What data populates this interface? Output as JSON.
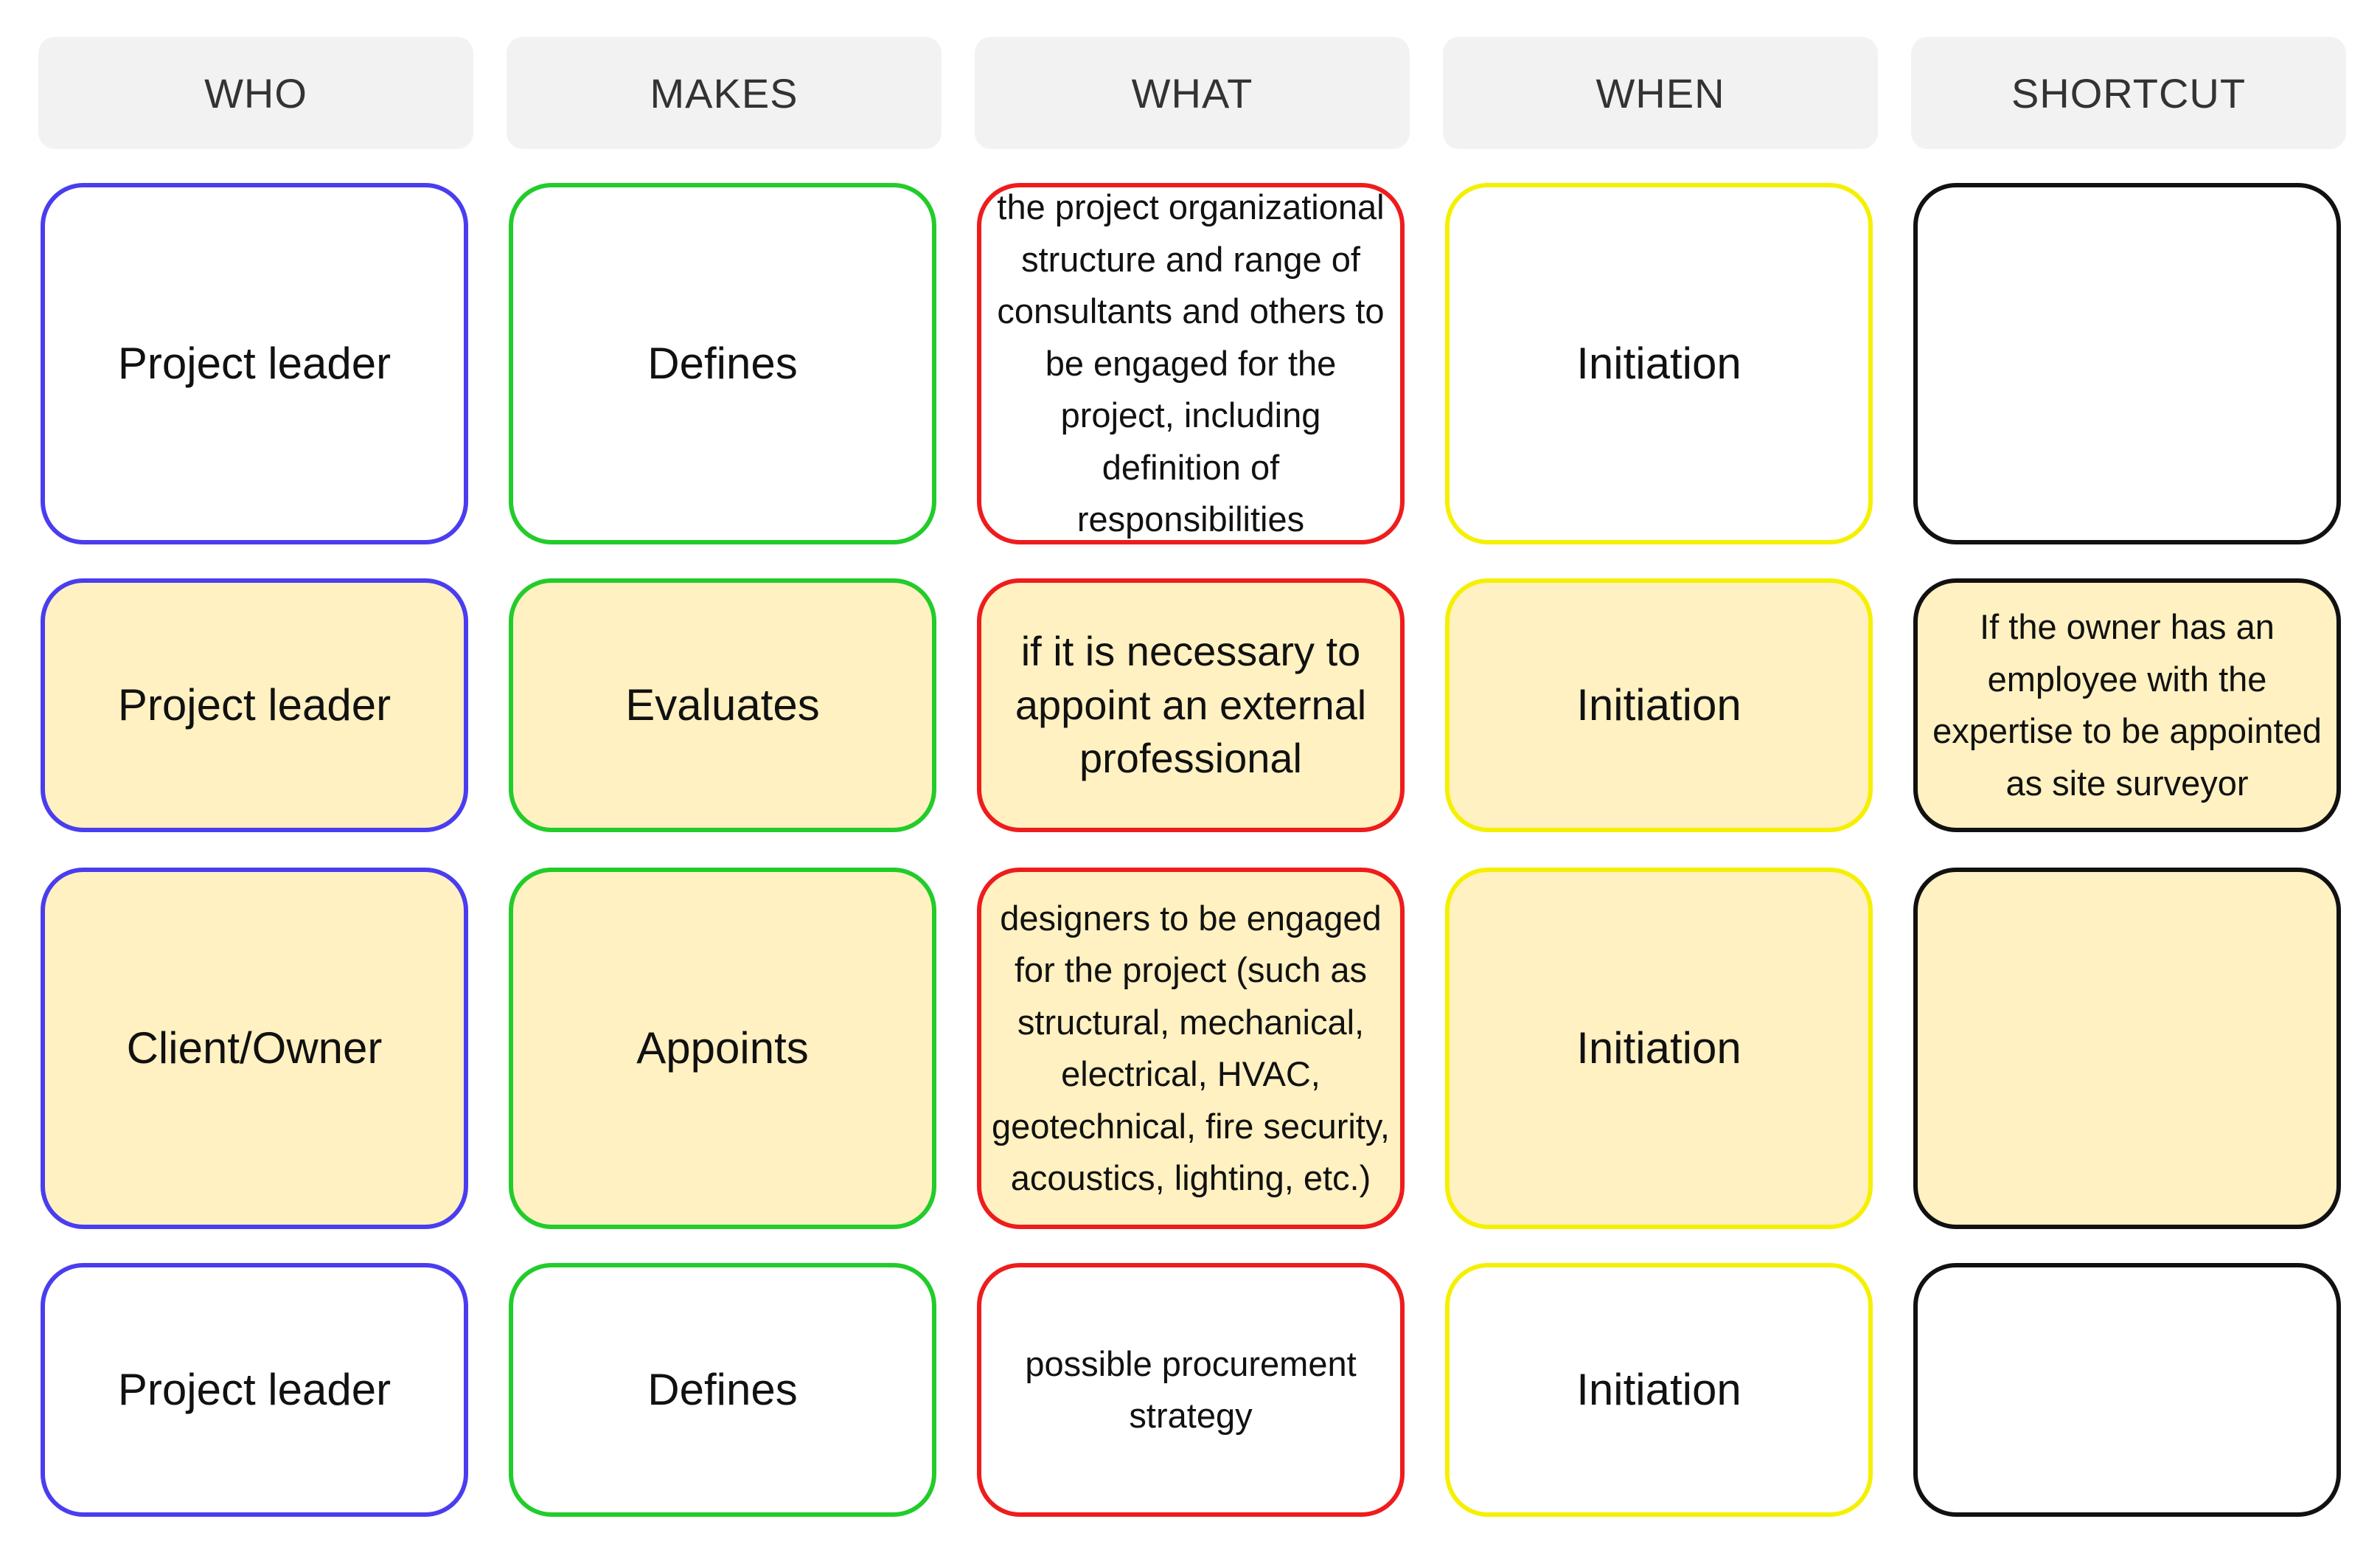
{
  "headers": [
    "WHO",
    "MAKES",
    "WHAT",
    "WHEN",
    "SHORTCUT"
  ],
  "rows": [
    {
      "highlighted": false,
      "who": "Project leader",
      "makes": "Defines",
      "what": "the project organizational structure and range of consultants and others to be engaged for the project, including definition of responsibilities",
      "when": "Initiation",
      "shortcut": ""
    },
    {
      "highlighted": true,
      "who": "Project leader",
      "makes": "Evaluates",
      "what": "if it is necessary to appoint an external professional",
      "when": "Initiation",
      "shortcut": "If the owner has an employee with the expertise to be appointed as site surveyor"
    },
    {
      "highlighted": true,
      "who": "Client/Owner",
      "makes": "Appoints",
      "what": "designers to be engaged for the project (such as structural, mechanical, electrical, HVAC, geotechnical, fire security, acoustics, lighting, etc.)",
      "when": "Initiation",
      "shortcut": ""
    },
    {
      "highlighted": false,
      "who": "Project leader",
      "makes": "Defines",
      "what": "possible procurement strategy",
      "when": "Initiation",
      "shortcut": ""
    }
  ],
  "colors": {
    "who_border": "#4a3df0",
    "makes_border": "#22cc2a",
    "what_border": "#ee1c1c",
    "when_border": "#f5f000",
    "shortcut_border": "#111111",
    "highlight_fill": "#fff1c1",
    "header_fill": "#f2f2f2"
  }
}
